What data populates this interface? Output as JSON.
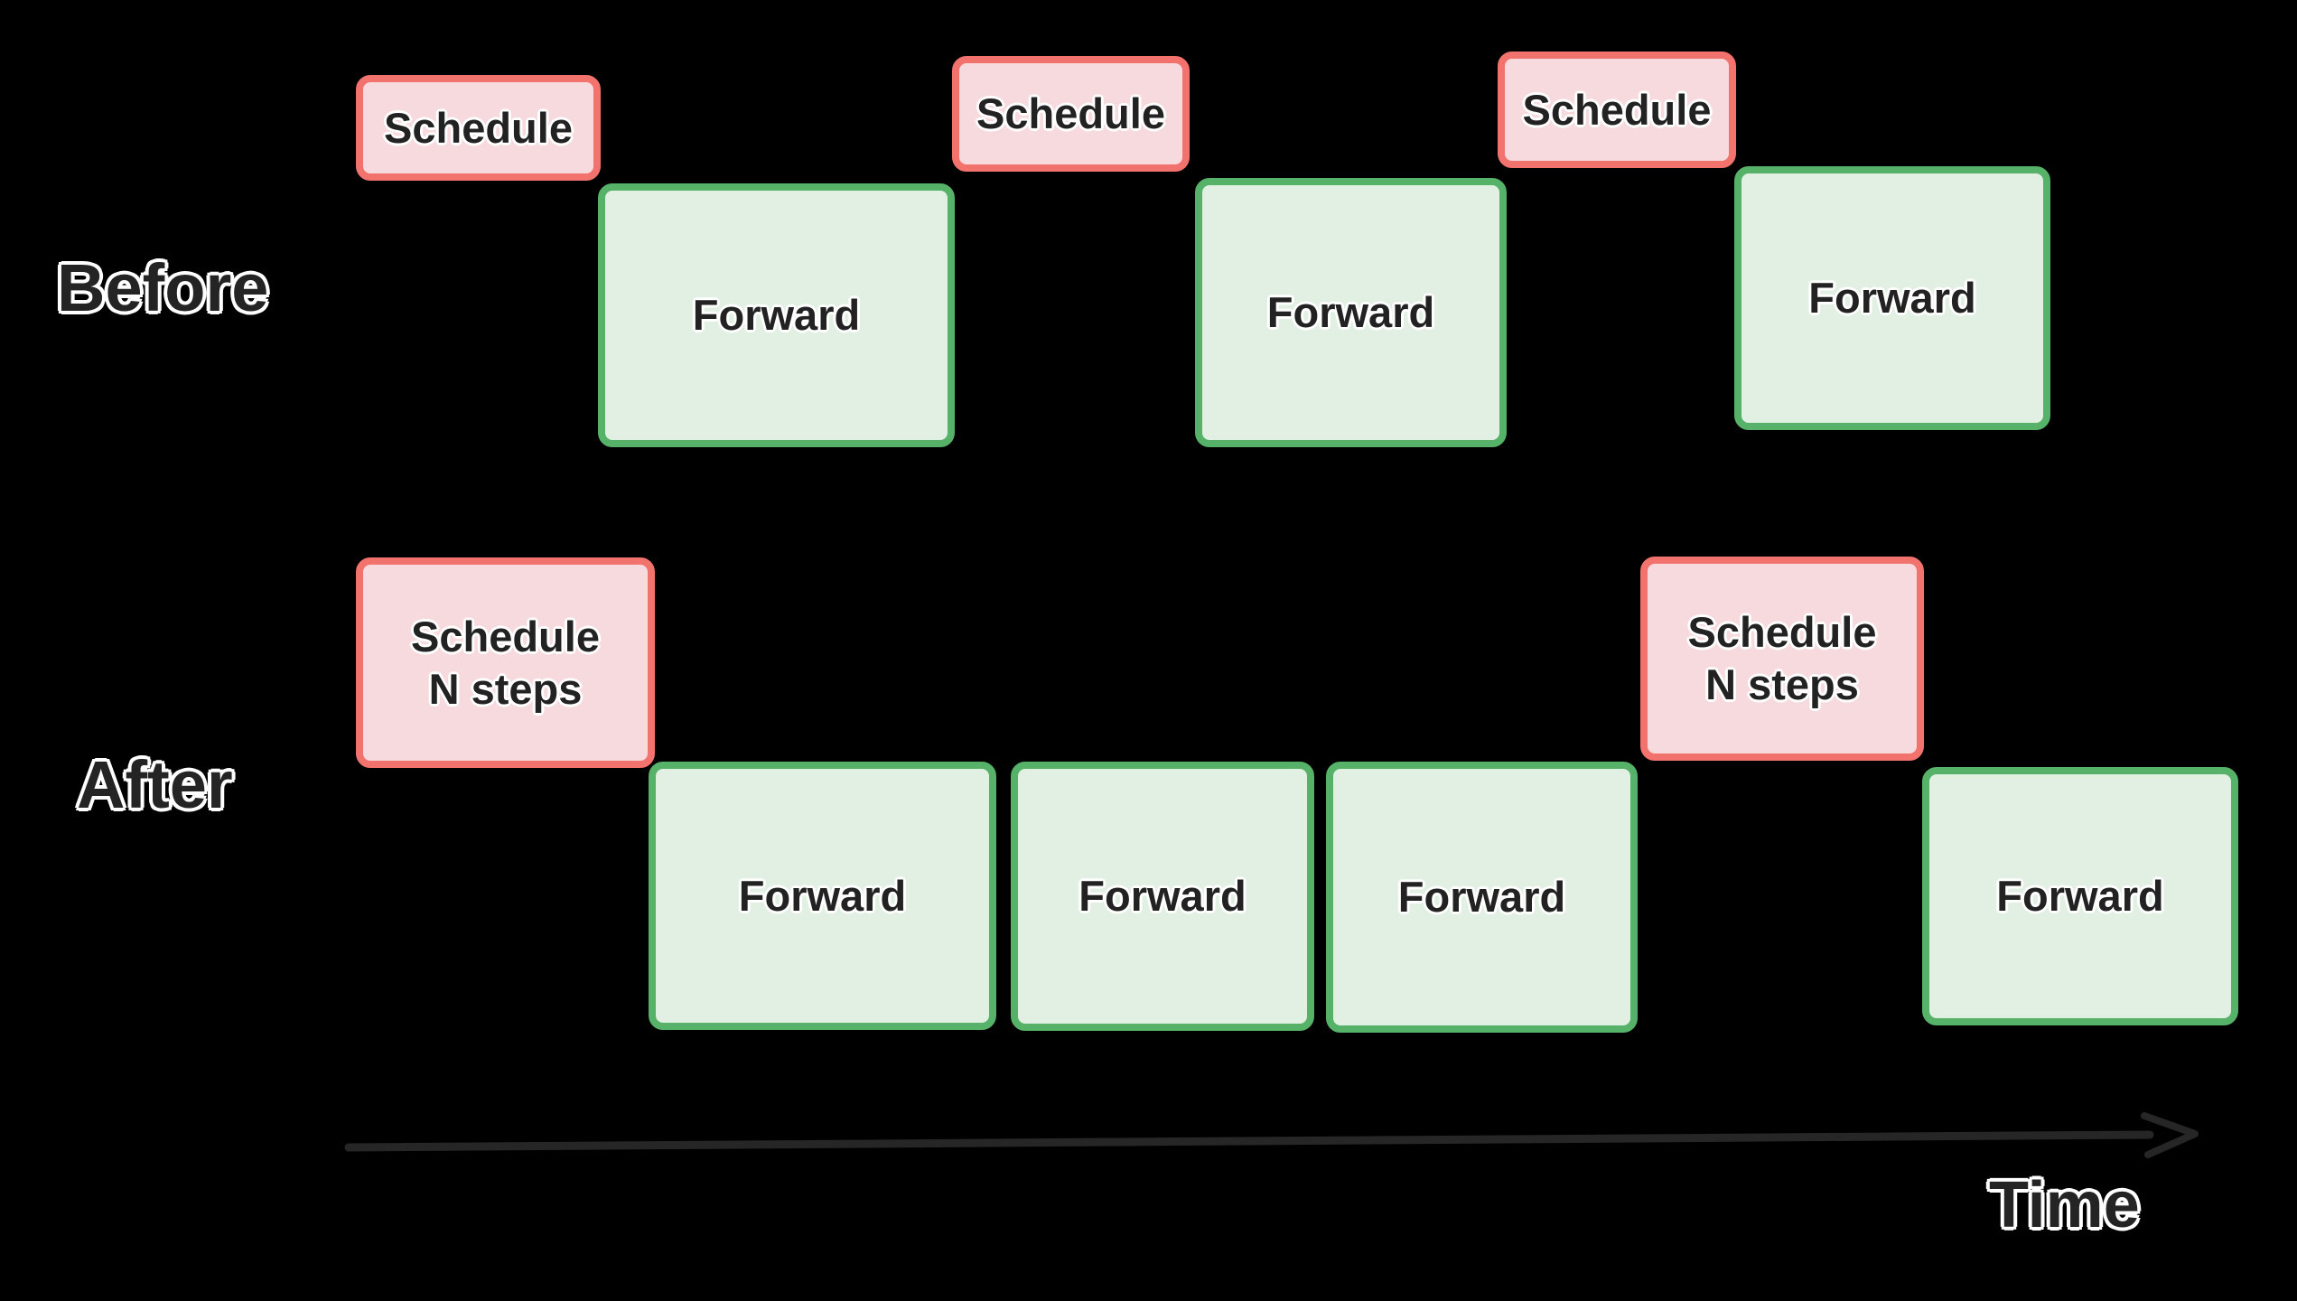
{
  "palette": {
    "background": "#000000",
    "schedule_fill": "#f7dadd",
    "schedule_border": "#f2736e",
    "forward_fill": "#e2efe3",
    "forward_border": "#57b269",
    "box_text": "#222222",
    "label_text": "#242424",
    "text_outline": "#ffffff",
    "arrow": "#262626"
  },
  "before": {
    "label": "Before",
    "boxes": [
      {
        "kind": "schedule",
        "line1": "Schedule"
      },
      {
        "kind": "forward",
        "line1": "Forward"
      },
      {
        "kind": "schedule",
        "line1": "Schedule"
      },
      {
        "kind": "forward",
        "line1": "Forward"
      },
      {
        "kind": "schedule",
        "line1": "Schedule"
      },
      {
        "kind": "forward",
        "line1": "Forward"
      }
    ]
  },
  "after": {
    "label": "After",
    "boxes": [
      {
        "kind": "schedule",
        "line1": "Schedule",
        "line2": "N steps"
      },
      {
        "kind": "forward",
        "line1": "Forward"
      },
      {
        "kind": "forward",
        "line1": "Forward"
      },
      {
        "kind": "forward",
        "line1": "Forward"
      },
      {
        "kind": "schedule",
        "line1": "Schedule",
        "line2": "N steps"
      },
      {
        "kind": "forward",
        "line1": "Forward"
      }
    ]
  },
  "axis": {
    "label": "Time"
  }
}
